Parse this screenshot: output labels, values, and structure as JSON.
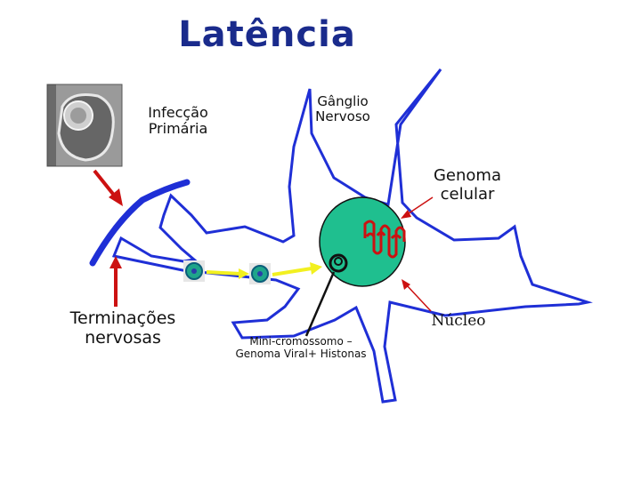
{
  "title": "Latência",
  "labels": {
    "infeccao_primaria": "Infecção\nPrimária",
    "ganglio_nervoso": "Gânglio\nNervoso",
    "genoma_celular": "Genoma\ncelular",
    "nucleo": "Núcleo",
    "terminacoes_nervosas": "Terminações\nnervosas",
    "mini_cromossomo": "Mini-cromossomo –\nGenoma Viral+ Histonas"
  },
  "colors": {
    "title": "#1a2b8c",
    "neuron_outline": "#1f2fd6",
    "nucleus_fill": "#1fbf8f",
    "arrow_red": "#cc1111",
    "transport_arrow": "#f2f020",
    "genome_loops": "#cc1111"
  }
}
